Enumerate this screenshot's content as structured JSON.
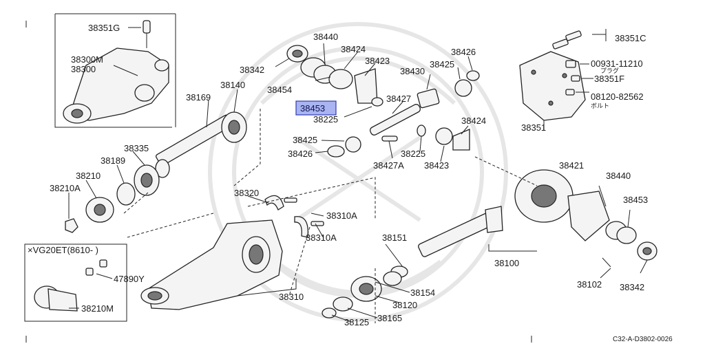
{
  "diagram": {
    "variant_note": "×VG20ET(8610-  )",
    "code": "C32-A-D3802-0026",
    "highlighted_part": "38453",
    "sub_labels": {
      "plug": "プラグ",
      "bolt": "ボルト"
    },
    "labels": {
      "p38351G": "38351G",
      "p38300M": "38300M",
      "p38300": "38300",
      "p38342a": "38342",
      "p38440a": "38440",
      "p38424a": "38424",
      "p38423a": "38423",
      "p38426a": "38426",
      "p38454": "38454",
      "p38453a": "38453",
      "p38430": "38430",
      "p38425a": "38425",
      "p38427": "38427",
      "p38225a": "38225",
      "p38351C": "38351C",
      "p00931": "00931-11210",
      "p38351F": "38351F",
      "p08120": "08120-82562",
      "p38351": "38351",
      "p38140": "38140",
      "p38169": "38169",
      "p38335": "38335",
      "p38189": "38189",
      "p38210": "38210",
      "p38210A": "38210A",
      "p38425b": "38425",
      "p38426b": "38426",
      "p38225b": "38225",
      "p38427A": "38427A",
      "p38424b": "38424",
      "p38423b": "38423",
      "p38421": "38421",
      "p38440b": "38440",
      "p38453b": "38453",
      "p38320": "38320",
      "p38310Aa": "38310A",
      "p38310Ab": "38310A",
      "p38151": "38151",
      "p38100": "38100",
      "p47890Y": "47890Y",
      "p38210M": "38210M",
      "p38310": "38310",
      "p38154": "38154",
      "p38120": "38120",
      "p38165": "38165",
      "p38125": "38125",
      "p38102": "38102",
      "p38342b": "38342"
    }
  }
}
